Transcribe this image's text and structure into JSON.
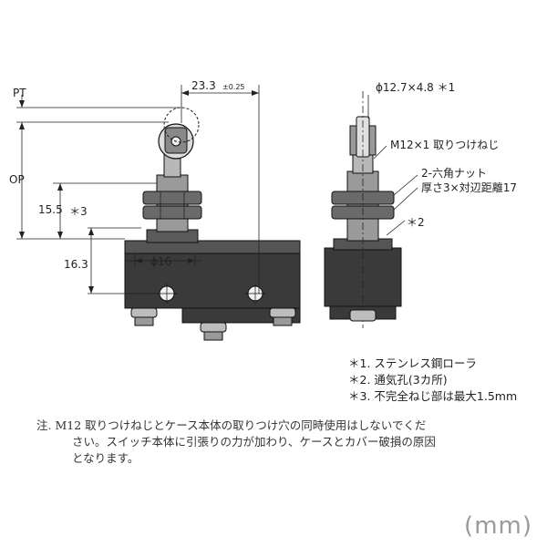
{
  "side_view": {
    "pt_label": "PT",
    "op_label": "OP",
    "dim_23_3": "23.3",
    "dim_23_3_tol": "±0.25",
    "dim_15_5": "15.5",
    "dim_16_3": "16.3",
    "star3_label": "＊3",
    "phi16_label": "ϕ16"
  },
  "front_view": {
    "roller_label": "ϕ12.7×4.8 ＊1",
    "thread_label": "M12×1 取りつけねじ",
    "nut_label_1": "2-六角ナット",
    "nut_label_2": "厚さ3×対辺距離17",
    "star2_label": "＊2"
  },
  "footnotes": [
    "＊1. ステンレス鋼ローラ",
    "＊2. 通気孔(3カ所)",
    "＊3. 不完全ねじ部は最大1.5mm"
  ],
  "note": {
    "line1": "注. M12 取りつけねじとケース本体の取りつけ穴の同時使用はしないでくだ",
    "line2": "さい。スイッチ本体に引張りの力が加わり、ケースとカバー破損の原因",
    "line3": "となります。"
  },
  "unit_label": "(mm)"
}
